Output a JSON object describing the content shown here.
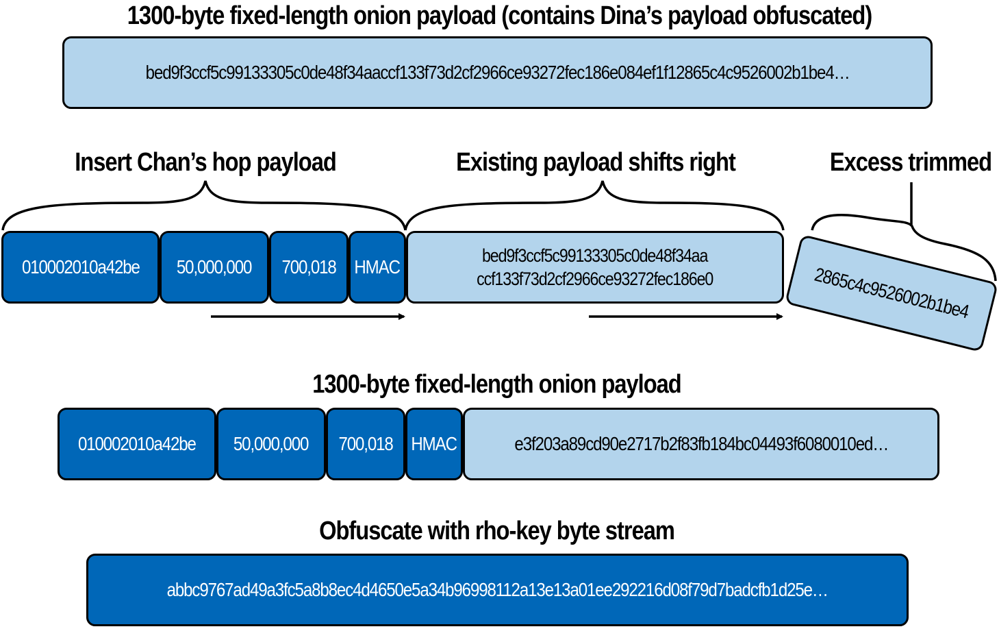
{
  "top_title": "1300-byte fixed-length onion payload (contains Dina’s payload obfuscated)",
  "top_payload": "bed9f3ccf5c99133305c0de48f34aaccf133f73d2cf2966ce93272fec186e084ef1f12865c4c9526002b1be4…",
  "brace_labels": {
    "insert": "Insert Chan’s hop payload",
    "shift": "Existing payload shifts right",
    "trim": "Excess trimmed"
  },
  "hop_fields": {
    "realm": "010002010a42be",
    "amount": "50,000,000",
    "cltv": "700,018",
    "hmac": "HMAC"
  },
  "shifted_payload": "bed9f3ccf5c99133305c0de48f34aa\nccf133f73d2cf2966ce93272fec186e0",
  "trimmed_payload": "2865c4c9526002b1be4",
  "middle_title": "1300-byte fixed-length onion payload",
  "result_payload": "e3f203a89cd90e2717b2f83fb184bc04493f6080010ed…",
  "bottom_title": "Obfuscate with rho-key byte stream",
  "obfuscated_payload": "abbc9767ad49a3fc5a8b8ec4d4650e5a34b96998112a13e13a01ee292216d08f79d7badcfb1d25e…",
  "colors": {
    "dark_box": "#0067b8",
    "light_box": "#b3d4ec",
    "stroke": "#000000"
  }
}
